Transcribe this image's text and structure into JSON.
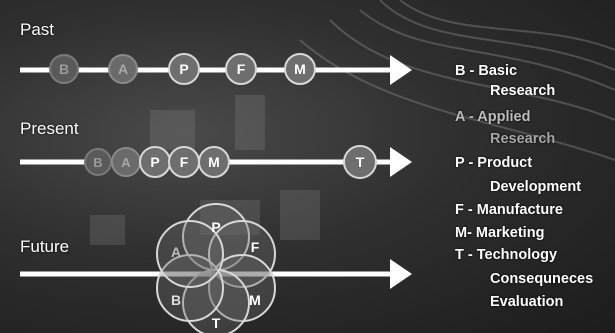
{
  "rows": {
    "past": {
      "label": "Past",
      "circles": [
        "B",
        "A",
        "P",
        "F",
        "M"
      ]
    },
    "present": {
      "label": "Present",
      "circles": [
        "B",
        "A",
        "P",
        "F",
        "M"
      ],
      "end_circle": "T"
    },
    "future": {
      "label": "Future",
      "circles": [
        "P",
        "F",
        "M",
        "T",
        "B",
        "A"
      ]
    }
  },
  "legend": {
    "basic_1": "B - Basic",
    "basic_2": "Research",
    "applied_1": "A - Applied",
    "applied_2": "Research",
    "product_1": "P - Product",
    "product_2": "Development",
    "manufacture": "F - Manufacture",
    "marketing": "M- Marketing",
    "technology_1": "T - Technology",
    "technology_2": "Consequneces",
    "technology_3": "Evaluation"
  },
  "colors": {
    "line": "#ffffff",
    "circle_fill": "#6e6e6e",
    "circle_stroke": "#d8d8d8"
  }
}
